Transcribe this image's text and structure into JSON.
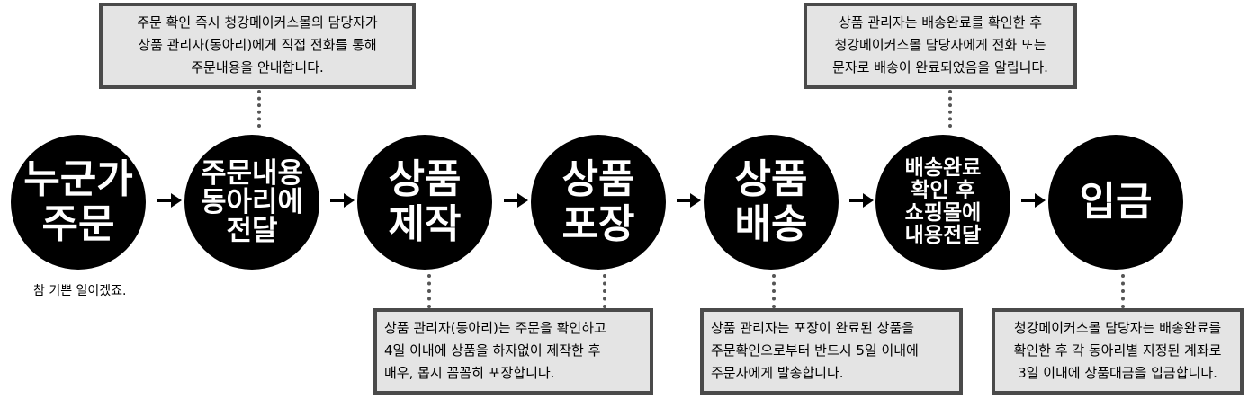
{
  "steps": [
    {
      "label": "누군가\n주문"
    },
    {
      "label": "주문내용\n동아리에\n전달"
    },
    {
      "label": "상품\n제작"
    },
    {
      "label": "상품\n포장"
    },
    {
      "label": "상품\n배송"
    },
    {
      "label": "배송완료\n확인 후\n쇼핑몰에\n내용전달"
    },
    {
      "label": "입금"
    }
  ],
  "caption": "참 기쁜 일이겠죠.",
  "notes": {
    "top_order": "주문 확인 즉시 청강메이커스몰의 담당자가\n상품 관리자(동아리)에게 직접 전화를 통해\n주문내용을 안내합니다.",
    "top_delivered": "상품 관리자는 배송완료를 확인한 후\n청강메이커스몰 담당자에게 전화 또는\n문자로 배송이 완료되었음을 알립니다.",
    "bottom_make": "상품 관리자(동아리)는 주문을 확인하고\n4일 이내에 상품을 하자없이 제작한 후\n매우, 몹시 꼼꼼히 포장합니다.",
    "bottom_ship": "상품 관리자는 포장이 완료된 상품을\n주문확인으로부터 반드시 5일 이내에\n주문자에게 발송합니다.",
    "bottom_pay": "청강메이커스몰 담당자는 배송완료를\n확인한 후 각 동아리별 지정된 계좌로\n3일 이내에 상품대금을 입금합니다."
  }
}
